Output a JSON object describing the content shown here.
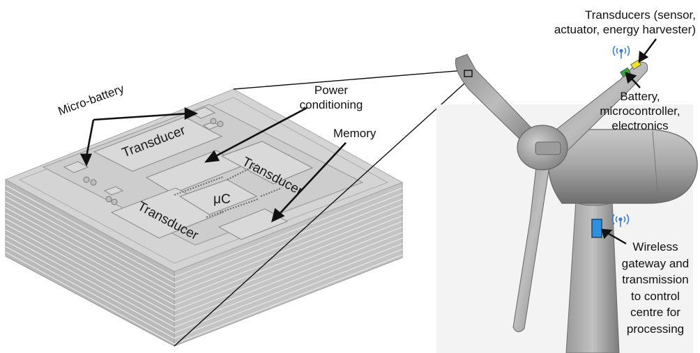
{
  "chip": {
    "labels": {
      "micro_battery": "Micro-battery",
      "power_conditioning": [
        "Power",
        "conditioning"
      ],
      "memory": "Memory",
      "transducer_top": "Transducer",
      "transducer_right": "Transducer",
      "transducer_bottom": "Transducer",
      "microcontroller": "μC"
    }
  },
  "turbine": {
    "labels": {
      "transducers": [
        "Transducers (sensor,",
        "actuator, energy harvester)"
      ],
      "battery": [
        "Battery,",
        "microcontroller,",
        "electronics"
      ],
      "wireless": [
        "Wireless",
        "gateway and",
        "transmission",
        "to control",
        "centre for",
        "processing"
      ]
    },
    "colors": {
      "transducer_marker": "#f2e21c",
      "battery_marker": "#2fa83a",
      "gateway_marker": "#2f8fe0",
      "wifi_icon": "#3a7fd5"
    }
  }
}
